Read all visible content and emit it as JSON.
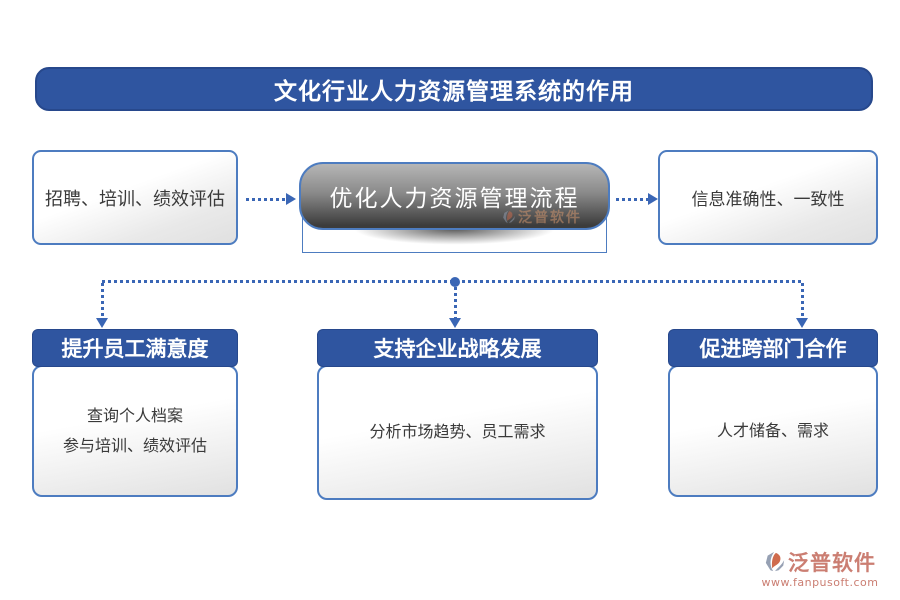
{
  "title": "文化行业人力资源管理系统的作用",
  "flow": {
    "input_node": {
      "label": "招聘、培训、绩效评估"
    },
    "center_node": {
      "label": "优化人力资源管理流程"
    },
    "output_node": {
      "label": "信息准确性、一致性"
    }
  },
  "benefit_cards": [
    {
      "header": "提升员工满意度",
      "lines": [
        "查询个人档案",
        "参与培训、绩效评估"
      ]
    },
    {
      "header": "支持企业战略发展",
      "lines": [
        "分析市场趋势、员工需求"
      ]
    },
    {
      "header": "促进跨部门合作",
      "lines": [
        "人才储备、需求"
      ]
    }
  ],
  "watermark": {
    "brand": "泛普软件",
    "url": "www.fanpusoft.com"
  },
  "icons": {
    "logo": "fanpu-logo-icon",
    "arrows": "dotted-arrow"
  },
  "colors": {
    "banner_blue": "#2f55a0",
    "border_blue": "#4d7cc0",
    "connector_blue": "#3a66b5",
    "pill_gray_top": "#b6b6b6",
    "pill_gray_bottom": "#3c3c3c",
    "logo_red": "#cb7e72",
    "body_text": "#3a3a3a"
  }
}
